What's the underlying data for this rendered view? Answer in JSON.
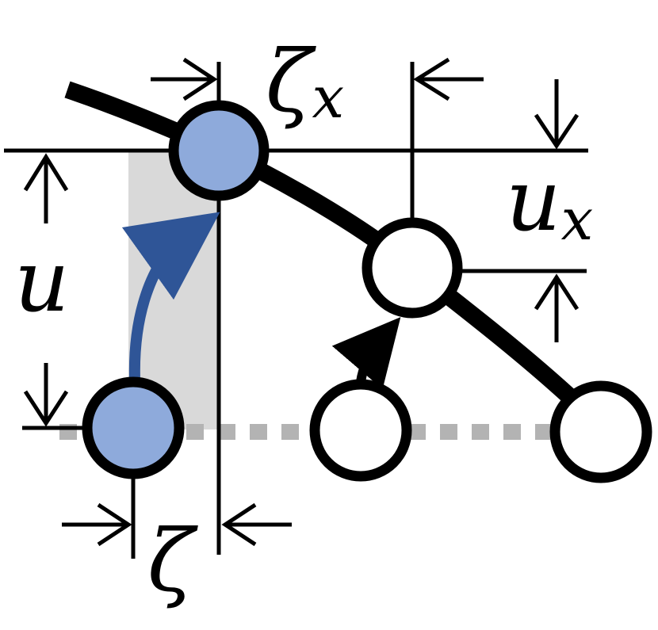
{
  "labels": {
    "zeta_x_main": "ζ",
    "zeta_x_sub": "x",
    "u_x_main": "u",
    "u_x_sub": "x",
    "u": "u",
    "zeta": "ζ"
  },
  "colors": {
    "ink": "#000000",
    "displaced_node_fill": "#8eaadb",
    "arrow_blue": "#2f5597",
    "shade": "#d9d9d9",
    "dotted_line": "#b3b3b3",
    "plain_node_fill": "#ffffff"
  }
}
